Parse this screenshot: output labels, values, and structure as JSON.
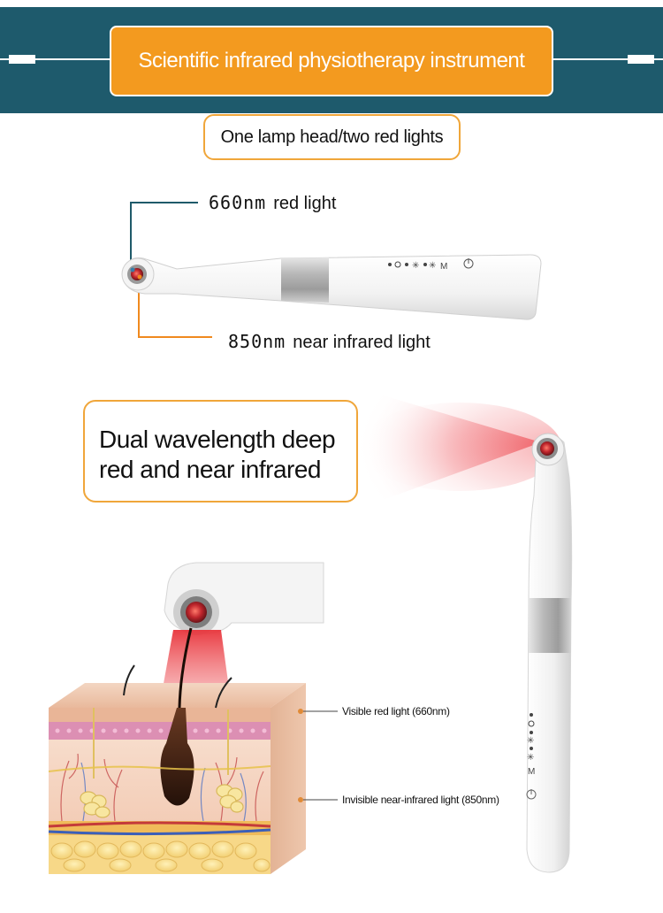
{
  "header": {
    "title": "Scientific infrared physiotherapy instrument"
  },
  "subtitle": "One lamp head/two red lights",
  "wavelengths": [
    {
      "value": "660nm",
      "name": "red light",
      "color": "#1f5a6a"
    },
    {
      "value": "850nm",
      "name": "near infrared light",
      "color": "#f08a1e"
    }
  ],
  "claim": {
    "line1": "Dual wavelength deep",
    "line2": "red and near infrared"
  },
  "skin_diagram": {
    "visible_label": "Visible red light (660nm)",
    "invisible_label": "Invisible near-infrared light (850nm)"
  },
  "device": {
    "buttons": [
      "power-icon",
      "mode-icon",
      "sun-large-icon",
      "sun-small-icon",
      "dot-icon",
      "target-icon",
      "dot-icon"
    ],
    "mode_letter": "M"
  },
  "colors": {
    "header_band": "#1e5a6c",
    "accent_orange": "#f39a1f",
    "box_border": "#f0a63a",
    "red_light": "#e8333a"
  }
}
